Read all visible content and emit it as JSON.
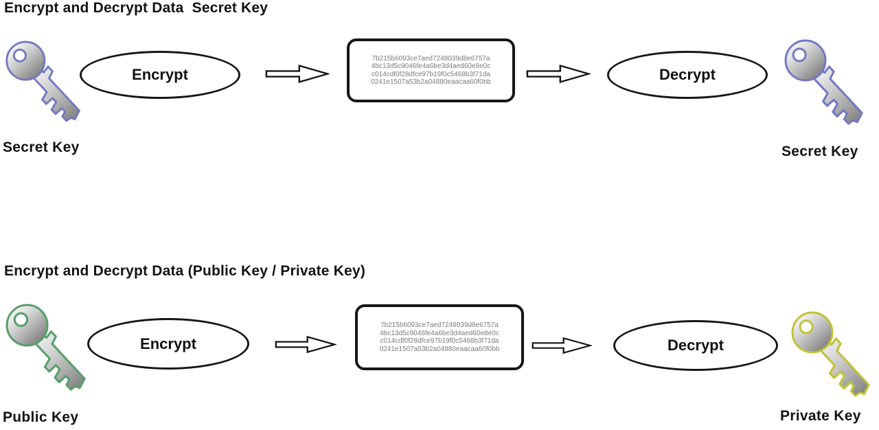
{
  "sections": [
    {
      "title": "Encrypt and Decrypt Data  Secret Key",
      "encrypt_label": "Encrypt",
      "decrypt_label": "Decrypt",
      "ciphertext_lines": [
        "7b215b6093ce7aed7248039d8e6757a",
        "4bc13d5c9046fe4a6be3d4aed60e8e0c",
        "c014cdf0f28dfce97b19f0c5468b3f71da",
        "0241e1507a53b2a04880eaacaa60f0bb"
      ],
      "left_key": {
        "label": "Secret Key",
        "outline_color": "#7278c2"
      },
      "right_key": {
        "label": "Secret Key",
        "outline_color": "#7278c2"
      }
    },
    {
      "title": "Encrypt and Decrypt Data (Public Key / Private Key)",
      "encrypt_label": "Encrypt",
      "decrypt_label": "Decrypt",
      "ciphertext_lines": [
        "7b215b6093ce7aed7248039d8e6757a",
        "4bc13d5c9046fe4a6be3d4aed60e8e0c",
        "c014cdf0f28dfce97b19f0c5468b3f71da",
        "0241e1507a53b2a04880eaacaa60f0bb"
      ],
      "left_key": {
        "label": "Public Key",
        "outline_color": "#55a06a"
      },
      "right_key": {
        "label": "Private Key",
        "outline_color": "#c2c233"
      }
    }
  ],
  "colors": {
    "outline": "#161616",
    "key_body_light": "#f4f4f4",
    "key_body_dark": "#858585",
    "ciphertext_text": "#7b7b7b"
  }
}
